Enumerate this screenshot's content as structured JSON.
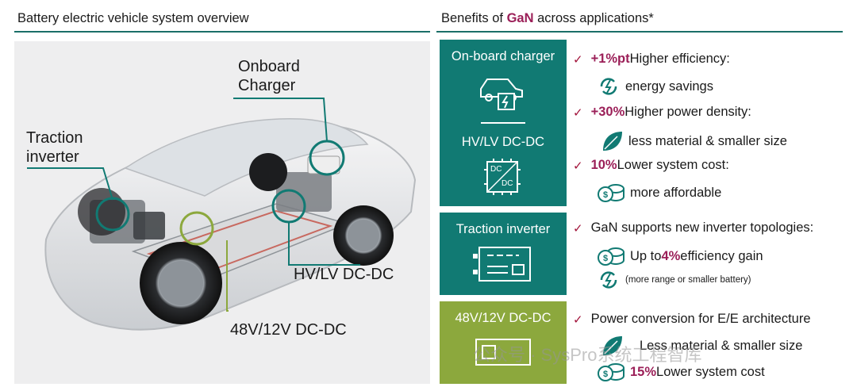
{
  "left": {
    "title": "Battery electric vehicle system overview",
    "labels": {
      "onboard_charger": "Onboard Charger",
      "traction_inverter": "Traction inverter",
      "hvlv": "HV/LV DC-DC",
      "dc48": "48V/12V DC-DC"
    }
  },
  "right": {
    "title_prefix": "Benefits of ",
    "title_brand": "GaN",
    "title_suffix": " across applications*",
    "tiles": {
      "obc": "On-board charger",
      "hvlv": "HV/LV DC-DC",
      "traction": "Traction inverter",
      "dc48": "48V/12V DC-DC",
      "dc_icon_top": "DC",
      "dc_icon_bottom": "DC"
    },
    "benefits": {
      "b1_hl": "+1%pt",
      "b1_text": " Higher efficiency:",
      "b1_sub": "energy savings",
      "b2_hl": "+30%",
      "b2_text": " Higher power density:",
      "b2_sub": "less material & smaller size",
      "b3_hl": "10%",
      "b3_text": " Lower system cost:",
      "b3_sub": "more affordable",
      "b4_text": "GaN supports new inverter topologies:",
      "b4_sub1_pre": "Up to ",
      "b4_sub1_hl": "4%",
      "b4_sub1_post": " efficiency gain",
      "b4_sub2": "(more range or smaller battery)",
      "b5_text": "Power conversion for E/E architecture",
      "b5_sub1": "Less material & smaller size",
      "b5_sub2_hl": "15%",
      "b5_sub2_post": " Lower system cost"
    }
  },
  "watermark": "公众号 · SysPro系统工程智库",
  "colors": {
    "teal": "#117a73",
    "green": "#8ca83d",
    "highlight": "#9b1f58",
    "check": "#a2133a"
  }
}
